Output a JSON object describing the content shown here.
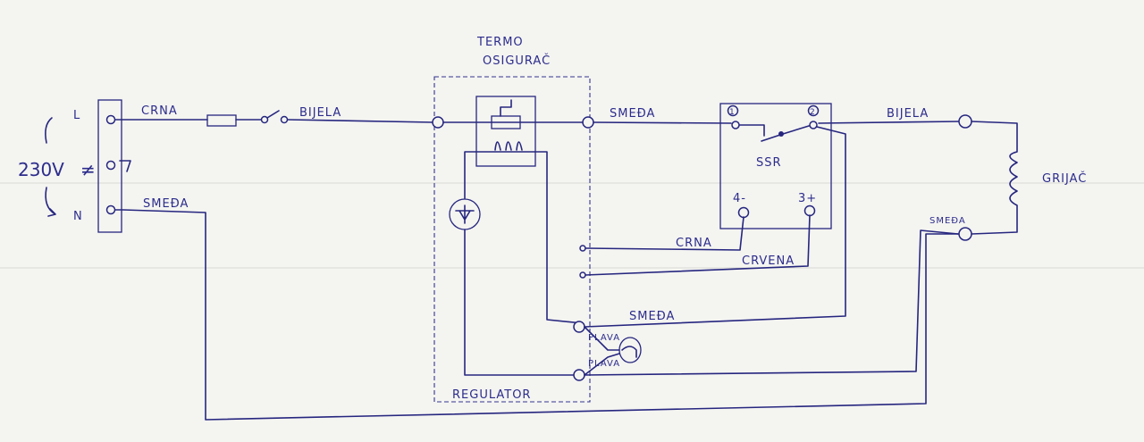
{
  "supply": {
    "voltage": "230V",
    "symbol": "≠",
    "line_label": "L",
    "neutral_label": "N",
    "earth_mark": "7"
  },
  "wires": {
    "line_in": "CRNA",
    "after_switch": "BIJELA",
    "neutral_in": "SMEĐA",
    "regulator_to_ssr": "SMEĐA",
    "ssr_to_heater": "BIJELA",
    "heater_return": "SMEĐA",
    "control_neg": "CRNA",
    "control_pos": "CRVENA",
    "regulator_bottom": "SMEĐA"
  },
  "thermal_fuse": {
    "line1": "TERMO",
    "line2": "OSIGURAČ"
  },
  "regulator": {
    "label": "REGULATOR",
    "lamp_wire_top": "PLAVA",
    "lamp_wire_bottom": "PLAVA"
  },
  "ssr": {
    "label": "SSR",
    "t1": "1",
    "t2": "2",
    "t4": "4-",
    "t3": "3+"
  },
  "heater": {
    "label": "GRIJAČ"
  },
  "colors": {
    "ink": "#26267f",
    "paper": "#f4f4f1"
  }
}
